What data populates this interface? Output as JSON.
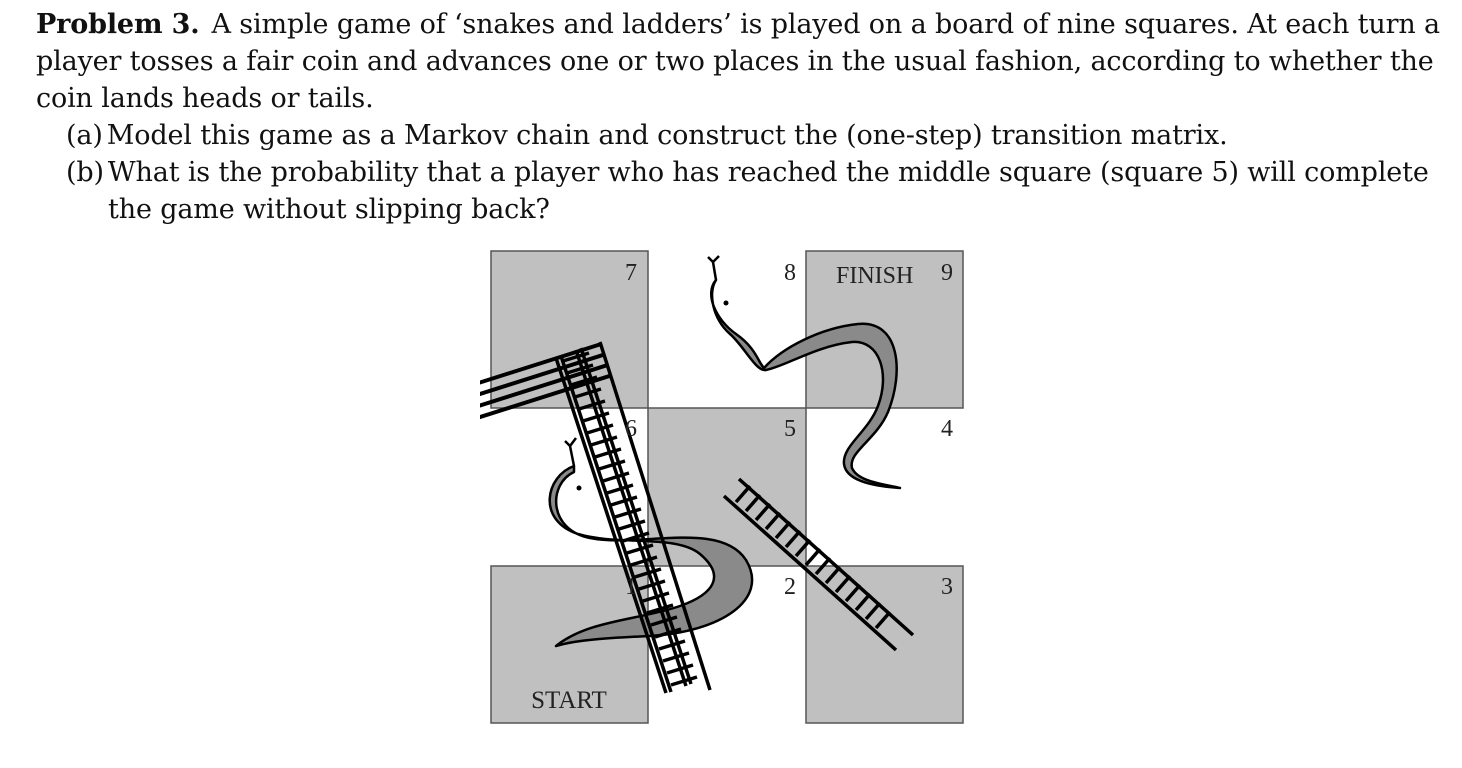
{
  "problem": {
    "label": "Problem 3.",
    "text": "A simple game of ‘snakes and ladders’ is played on a board of nine squares. At each turn a player tosses a fair coin and advances one or two places in the usual fashion, according to whether the coin lands heads or tails.",
    "parts": [
      {
        "label": "(a)",
        "text": "Model this game as a Markov chain and construct the (one-step) transition matrix."
      },
      {
        "label": "(b)",
        "text": "What is the probability that a player who has reached the middle square (square 5) will complete the game without slipping back?"
      }
    ]
  },
  "board": {
    "squares": {
      "1": "1",
      "2": "2",
      "3": "3",
      "4": "4",
      "5": "5",
      "6": "6",
      "7": "7",
      "8": "8",
      "9": "9"
    },
    "start_label": "START",
    "finish_label": "FINISH",
    "colors": {
      "square_fill": "#c0c0c0",
      "square_stroke": "#555555",
      "snake_fill": "#8a8a8a",
      "snake_outline": "#000000",
      "ladder": "#000000"
    }
  }
}
